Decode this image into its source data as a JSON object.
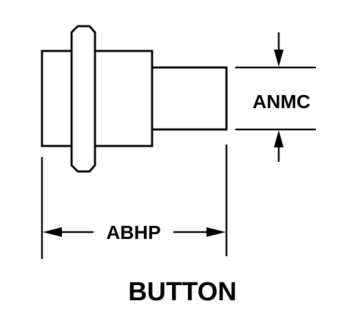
{
  "diagram": {
    "title": "BUTTON",
    "dimensions": {
      "diameter_label": "ANMC",
      "length_label": "ABHP"
    },
    "colors": {
      "line": "#000000",
      "background": "#ffffff"
    }
  }
}
